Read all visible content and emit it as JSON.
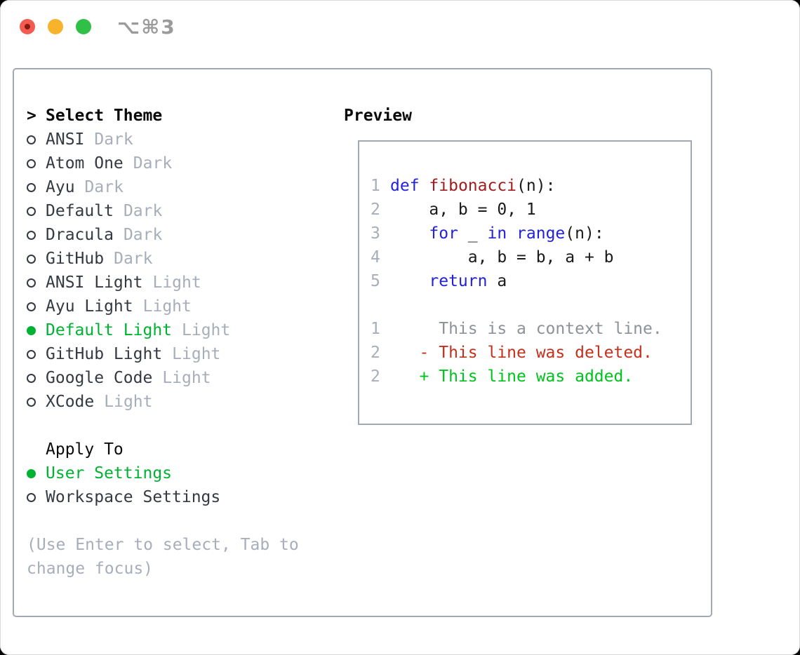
{
  "window": {
    "title": "⌥⌘3",
    "traffic_lights": [
      "close",
      "minimize",
      "zoom"
    ]
  },
  "theme_picker": {
    "prompt": ">",
    "heading": "Select Theme",
    "items": [
      {
        "name": "ANSI",
        "variant": "Dark",
        "selected": false
      },
      {
        "name": "Atom One",
        "variant": "Dark",
        "selected": false
      },
      {
        "name": "Ayu",
        "variant": "Dark",
        "selected": false
      },
      {
        "name": "Default",
        "variant": "Dark",
        "selected": false
      },
      {
        "name": "Dracula",
        "variant": "Dark",
        "selected": false
      },
      {
        "name": "GitHub",
        "variant": "Dark",
        "selected": false
      },
      {
        "name": "ANSI Light",
        "variant": "Light",
        "selected": false
      },
      {
        "name": "Ayu Light",
        "variant": "Light",
        "selected": false
      },
      {
        "name": "Default Light",
        "variant": "Light",
        "selected": true
      },
      {
        "name": "GitHub Light",
        "variant": "Light",
        "selected": false
      },
      {
        "name": "Google Code",
        "variant": "Light",
        "selected": false
      },
      {
        "name": "XCode",
        "variant": "Light",
        "selected": false
      }
    ]
  },
  "apply_to": {
    "heading": "Apply To",
    "options": [
      {
        "label": "User Settings",
        "selected": true
      },
      {
        "label": "Workspace Settings",
        "selected": false
      }
    ]
  },
  "help_text": "(Use Enter to select, Tab to change focus)",
  "preview": {
    "heading": "Preview",
    "lines": [
      {
        "num": "1",
        "segments": [
          {
            "text": "def",
            "style": "kw"
          },
          {
            "text": " "
          },
          {
            "text": "fibonacci",
            "style": "fn"
          },
          {
            "text": "(n):"
          }
        ]
      },
      {
        "num": "2",
        "segments": [
          {
            "text": "    a, b = 0, 1"
          }
        ]
      },
      {
        "num": "3",
        "segments": [
          {
            "text": "    "
          },
          {
            "text": "for",
            "style": "kw"
          },
          {
            "text": " _ "
          },
          {
            "text": "in",
            "style": "kw"
          },
          {
            "text": " "
          },
          {
            "text": "range",
            "style": "kw"
          },
          {
            "text": "(n):"
          }
        ]
      },
      {
        "num": "4",
        "segments": [
          {
            "text": "        a, b = b, a + b"
          }
        ]
      },
      {
        "num": "5",
        "segments": [
          {
            "text": "    "
          },
          {
            "text": "return",
            "style": "kw"
          },
          {
            "text": " a"
          }
        ]
      },
      {
        "blank": true
      },
      {
        "num": "1",
        "segments": [
          {
            "text": "     This is a context line.",
            "style": "ctx"
          }
        ]
      },
      {
        "num": "2",
        "segments": [
          {
            "text": "   - This line was deleted.",
            "style": "del"
          }
        ]
      },
      {
        "num": "2",
        "segments": [
          {
            "text": "   + This line was added.",
            "style": "add"
          }
        ]
      }
    ]
  },
  "colors": {
    "accent_green": "#00b232",
    "added_green": "#00c31d",
    "deleted_red": "#c5301c",
    "keyword_blue": "#2222dd",
    "function_red": "#a51b1b",
    "muted_gray": "#a7aeba",
    "context_gray": "#8d9299",
    "text_dark": "#343942",
    "heading_black": "#0a0a0a",
    "border_gray": "#a2a9b3",
    "traffic_red": "#f35b51",
    "traffic_red_dot": "#871910",
    "traffic_yellow": "#f7b32b",
    "traffic_green": "#30c048",
    "titlebar_text": "#9b9b9b"
  }
}
